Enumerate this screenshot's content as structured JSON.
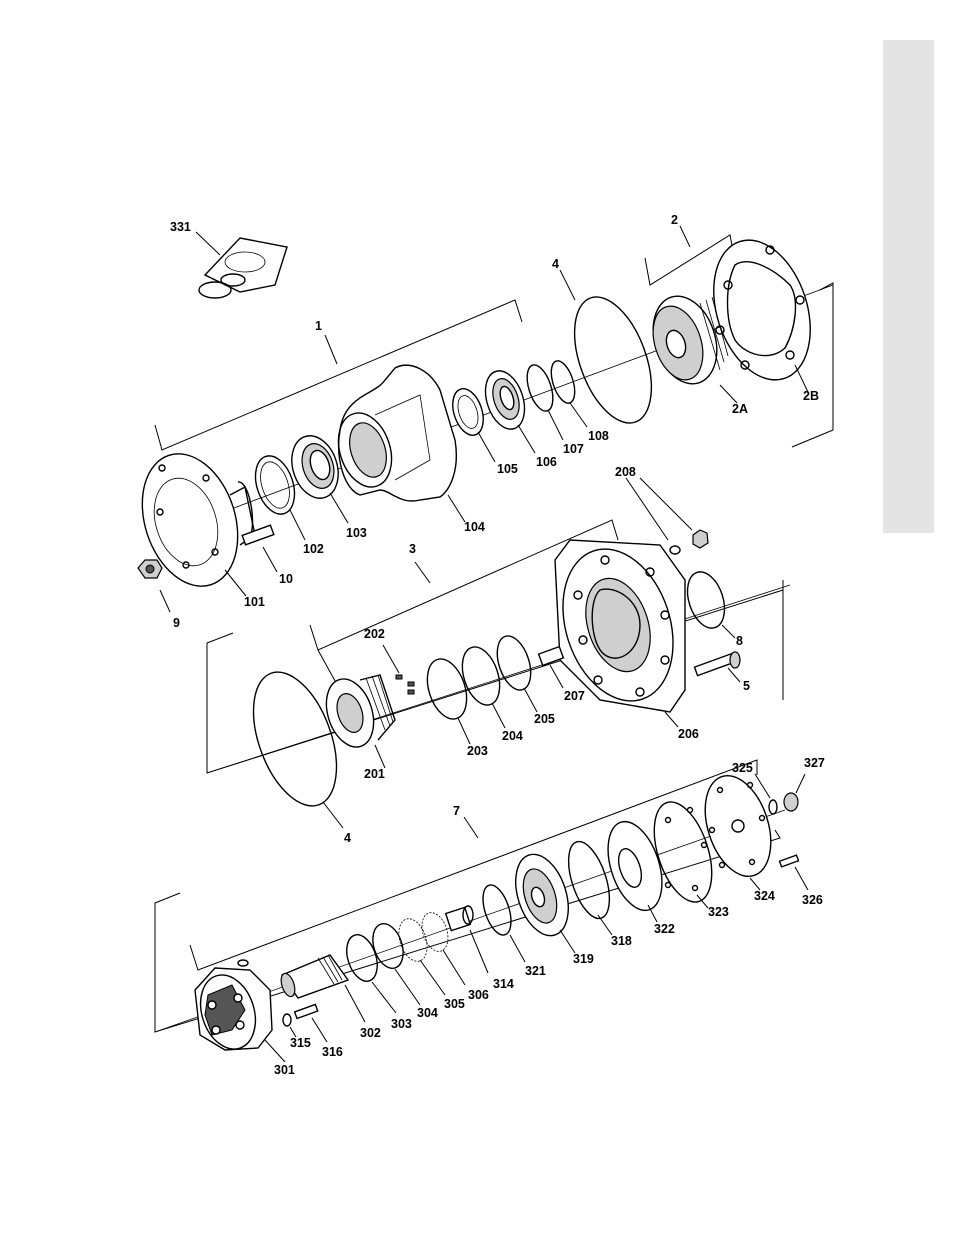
{
  "labels": {
    "l331": "331",
    "l2": "2",
    "l4a": "4",
    "l1": "1",
    "l2A": "2A",
    "l2B": "2B",
    "l108": "108",
    "l107": "107",
    "l106": "106",
    "l105": "105",
    "l104": "104",
    "l103": "103",
    "l102": "102",
    "l10": "10",
    "l101": "101",
    "l9": "9",
    "l208": "208",
    "l3": "3",
    "l8": "8",
    "l5": "5",
    "l202": "202",
    "l207": "207",
    "l206": "206",
    "l205": "205",
    "l204": "204",
    "l203": "203",
    "l201": "201",
    "l4b": "4",
    "l7": "7",
    "l325": "325",
    "l327": "327",
    "l326": "326",
    "l324": "324",
    "l323": "323",
    "l322": "322",
    "l318": "318",
    "l319": "319",
    "l321": "321",
    "l314": "314",
    "l306": "306",
    "l305": "305",
    "l304": "304",
    "l303": "303",
    "l302": "302",
    "l316": "316",
    "l315": "315",
    "l301": "301"
  }
}
